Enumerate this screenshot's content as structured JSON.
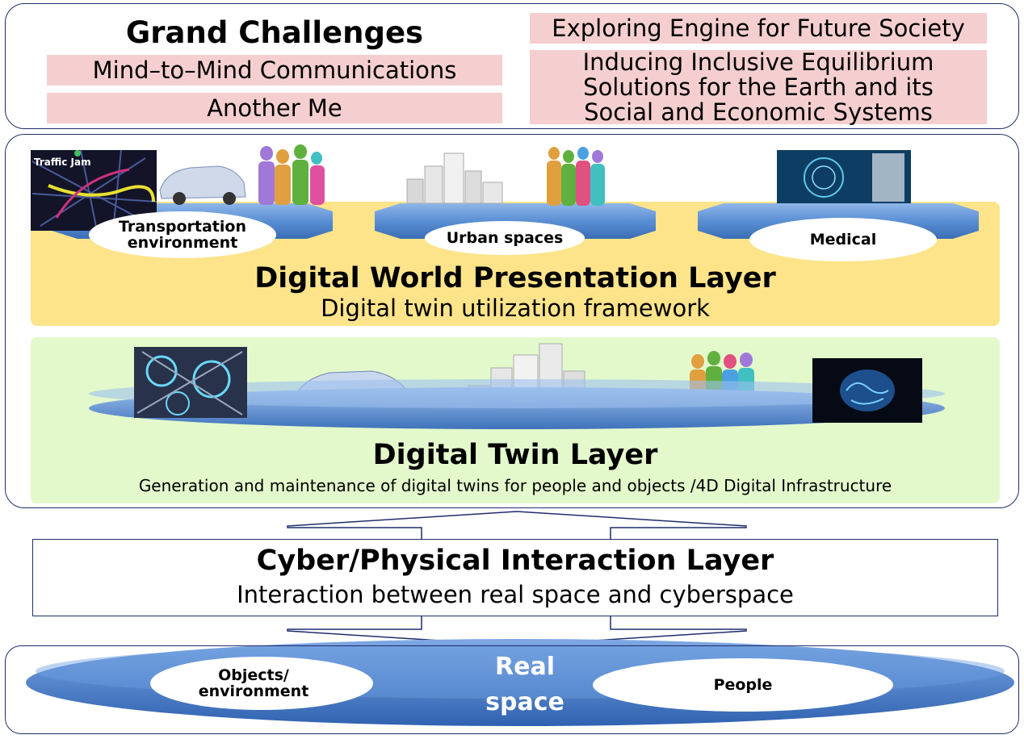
{
  "grand": {
    "title": "Grand Challenges",
    "left_items": [
      "Mind–to–Mind Communications",
      "Another Me"
    ],
    "right_items": [
      "Exploring Engine for Future Society",
      "Inducing Inclusive Equilibrium Solutions for the Earth and its Social and Economic Systems"
    ]
  },
  "presentation": {
    "title": "Digital World Presentation Layer",
    "subtitle": "Digital twin utilization framework",
    "labels": [
      "Transportation environment",
      "Urban spaces",
      "Medical"
    ],
    "image_text": "Traffic Jam"
  },
  "twin": {
    "title": "Digital Twin Layer",
    "subtitle": "Generation and maintenance of digital twins for people and objects /4D Digital Infrastructure"
  },
  "interaction": {
    "title": "Cyber/Physical Interaction Layer",
    "subtitle": "Interaction between real space and cyberspace"
  },
  "real": {
    "title_line1": "Real",
    "title_line2": "space",
    "left_label": "Objects/ environment",
    "right_label": "People"
  },
  "colors": {
    "border": "#1f2d6b",
    "pink": "#f5cfcf",
    "yellow": "#fde48a",
    "green": "#e3f9cc",
    "platform_blue": "#5a8fd4"
  },
  "icons": [
    "city-icon",
    "car-icon",
    "people-silhouettes-icon",
    "traffic-map-icon",
    "medical-icon",
    "brain-icon",
    "network-icon",
    "businessman-icon",
    "businesswoman-icon"
  ]
}
